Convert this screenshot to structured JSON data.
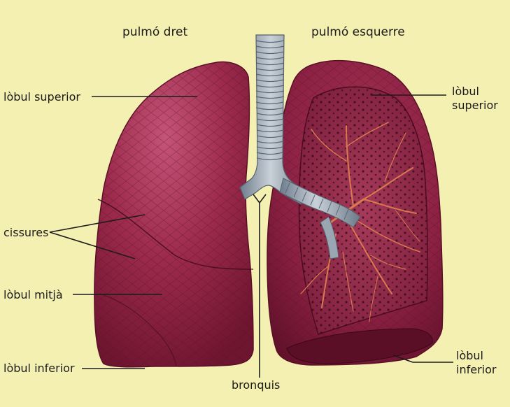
{
  "diagram": {
    "background_color": "#f4f0b2",
    "lung_color": "#8e2343",
    "airway_color": "#8b9aa8",
    "labels": {
      "right_lung": "pulmó dret",
      "left_lung": "pulmó esquerre",
      "right_upper_lobe": "lòbul superior",
      "fissures": "cissures",
      "right_middle_lobe": "lòbul mitjà",
      "right_lower_lobe": "lòbul inferior",
      "bronchi": "bronquis",
      "left_upper_lobe_line1": "lòbul",
      "left_upper_lobe_line2": "superior",
      "left_lower_lobe_line1": "lòbul",
      "left_lower_lobe_line2": "inferior"
    }
  }
}
